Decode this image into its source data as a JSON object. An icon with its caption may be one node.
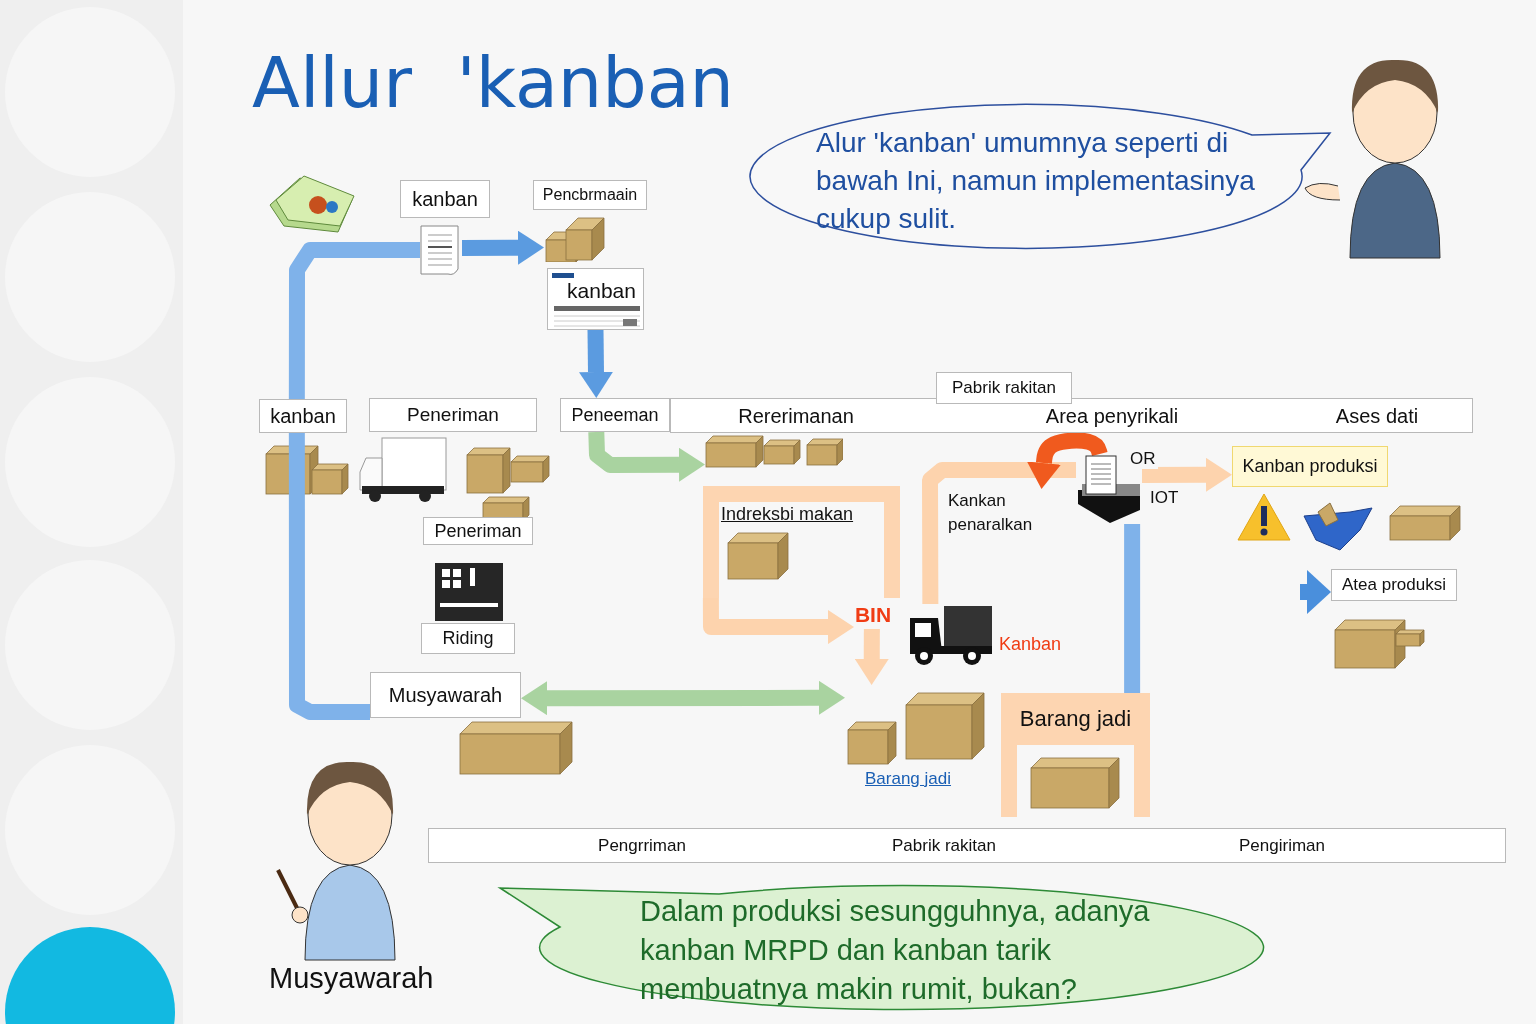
{
  "diagram": {
    "title": "Allur  'kanban",
    "nodes": [
      {
        "text": [
          "kanban"
        ]
      },
      {
        "text": [
          "Pencbrmaain"
        ]
      },
      {
        "text": [],
        "shape": "picture"
      },
      {
        "text": [],
        "shape": "picture"
      },
      {
        "text": [
          "kanban"
        ]
      },
      {
        "text": [
          "kanban"
        ]
      },
      {
        "text": [
          "Peneriman"
        ]
      },
      {
        "text": [
          "Peneriman"
        ]
      },
      {
        "text": [
          "Riding"
        ]
      },
      {
        "text": [
          "Peneeman"
        ]
      },
      {
        "text": [
          "Rererimanan",
          "Area penyrikali",
          "Ases dati"
        ]
      },
      {
        "text": [
          "Pabrik rakitan"
        ]
      },
      {
        "text": [
          "Indreksbi makan"
        ]
      },
      {
        "text": [
          "BIN"
        ]
      },
      {
        "text": [],
        "shape": "picture"
      },
      {
        "text": [],
        "shape": "picture"
      },
      {
        "text": [
          "Kanban produksi"
        ]
      },
      {
        "text": [
          "Atea produksi"
        ]
      },
      {
        "text": [
          "Musyawarah"
        ]
      },
      {
        "text": [
          "Barang jadi"
        ]
      },
      {
        "text": [
          "Pengrriman",
          "Pabrik rakitan",
          "Pengiriman"
        ]
      },
      {
        "text": [
          "Alur 'kanban' umumnya seperti di bawah Ini, namun implementasinya cukup sulit."
        ]
      },
      {
        "text": [
          "Dalam produksi sesungguhnya, adanya kanban MRPD dan kanban tarik membuatnya makin rumit, bukan?"
        ]
      },
      {
        "text": [],
        "shape": "picture"
      },
      {
        "text": [],
        "shape": "picture"
      },
      {
        "text": [
          "Kankan penaralkan"
        ]
      }
    ],
    "edges": [
      {
        "from": 2,
        "to": 3,
        "arrow": "to",
        "color": "#5b9be0"
      },
      {
        "from": 4,
        "to": 9,
        "arrow": "to",
        "color": "#5b9be0"
      },
      {
        "from": 5,
        "to": 2,
        "arrow": "none",
        "color": "#7fb2ea"
      },
      {
        "from": 5,
        "to": 18,
        "arrow": "none",
        "color": "#7fb2ea"
      },
      {
        "from": 9,
        "to": 23,
        "arrow": "to",
        "color": "#a9d3a0"
      },
      {
        "from": 12,
        "to": 13,
        "arrow": "to",
        "color": "#fdd3ad"
      },
      {
        "from": 13,
        "to": 24,
        "arrow": "to",
        "color": "#fdd3ad"
      },
      {
        "from": 18,
        "to": 24,
        "arrow": "both",
        "color": "#a9d3a0"
      },
      {
        "from": 14,
        "to": 15,
        "arrow": "none",
        "color": "#fdd3ad"
      },
      {
        "from": 15,
        "to": 16,
        "arrow": "to",
        "label": "OR",
        "color": "#fdd3ad"
      },
      {
        "from": 15,
        "to": 25,
        "arrow": "to",
        "color": "#f05a1e"
      },
      {
        "from": 15,
        "to": 19,
        "arrow": "none",
        "color": "#7fb2ea"
      },
      {
        "from": null,
        "to": 17,
        "arrow": "to",
        "color": "#4a8fdc"
      }
    ],
    "labels": [
      "IOT",
      "Kanban",
      "Barang jadi",
      "Musyawarah"
    ]
  }
}
